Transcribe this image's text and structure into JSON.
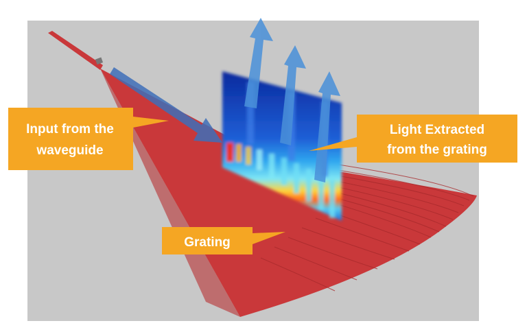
{
  "labels": {
    "input": [
      "Input from the",
      "waveguide"
    ],
    "extracted": [
      "Light Extracted",
      "from the grating"
    ],
    "grating": "Grating"
  },
  "colors": {
    "background": "#c8c8c8",
    "grating_red": "#c9383a",
    "callout_orange": "#f5a623",
    "arrow_blue": "#4a90d9"
  }
}
